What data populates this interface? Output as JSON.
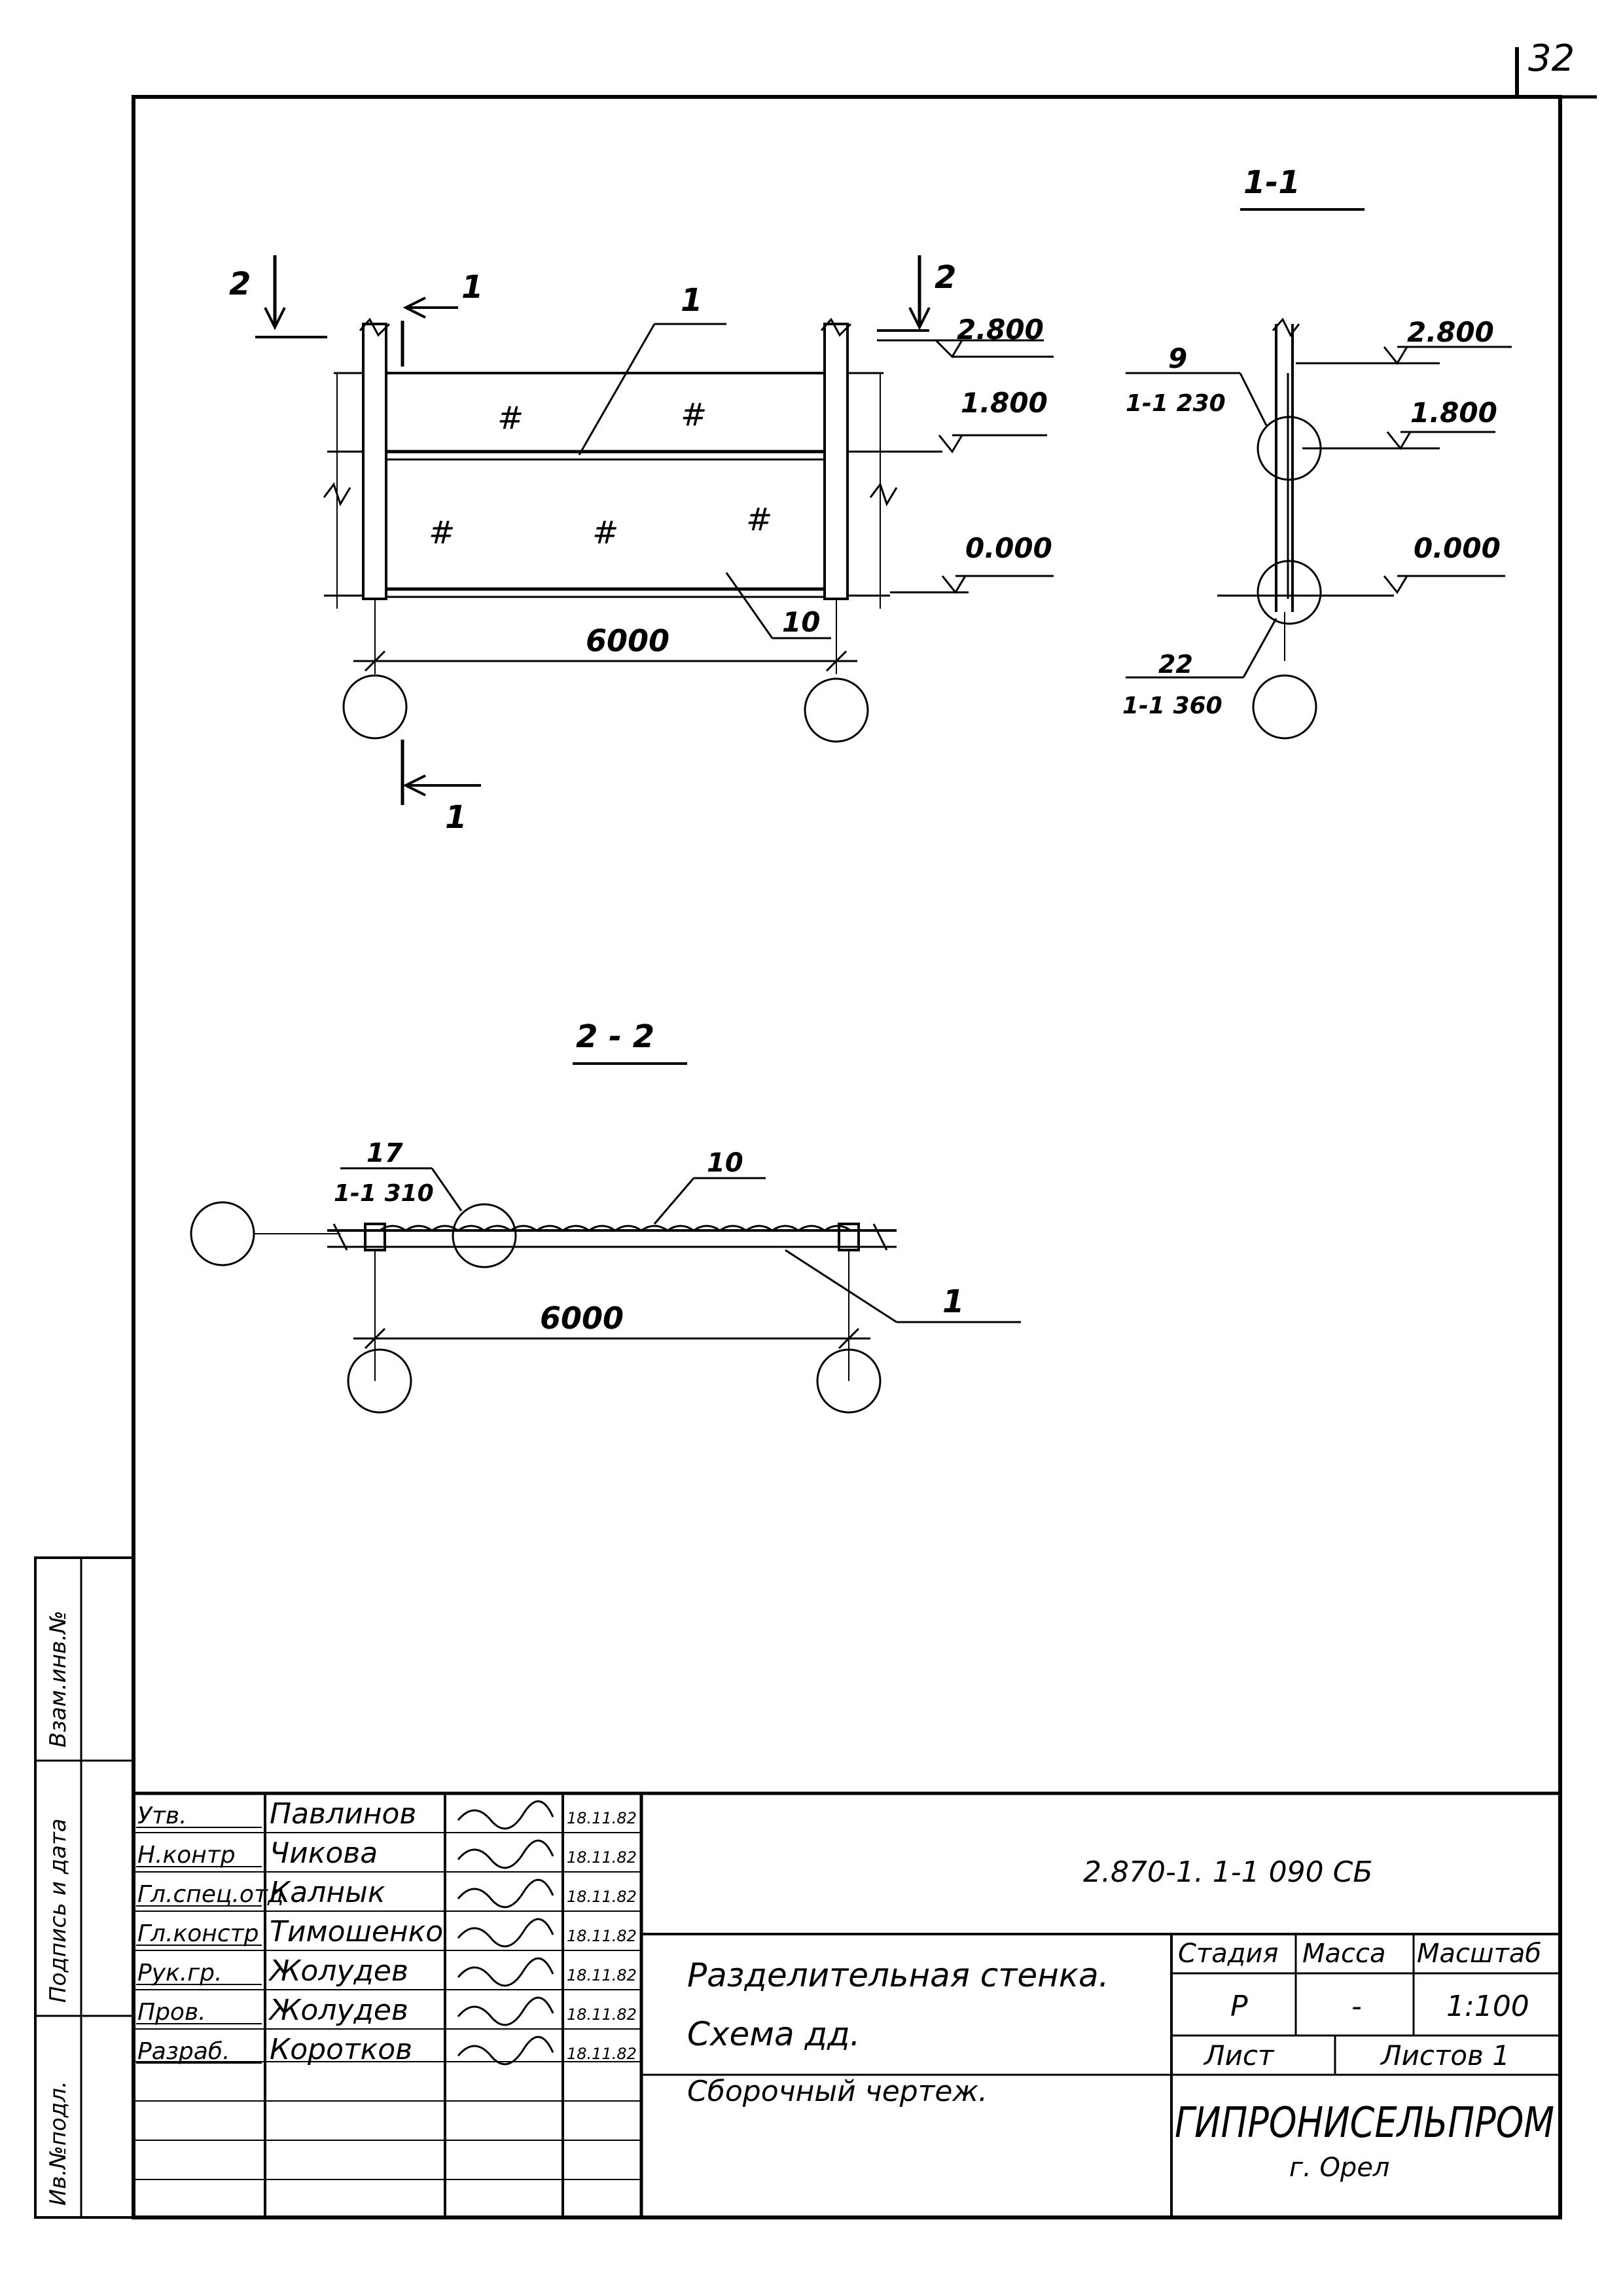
{
  "sheet": {
    "page_number": "32"
  },
  "section_1_1": {
    "title": "1-1",
    "elev_top": "2.800",
    "elev_mid": "1.800",
    "elev_zero": "0.000",
    "node_top_num": "9",
    "node_top_ref": "1-1 230",
    "node_bottom_num": "22",
    "node_bottom_ref": "1-1 360"
  },
  "elevation_view": {
    "cut_2_left": "2",
    "cut_2_right": "2",
    "cut_1_top": "1",
    "cut_1_bottom": "1",
    "panel_label": "1",
    "panel_label_2": "10",
    "elev_top": "2.800",
    "elev_mid": "1.800",
    "elev_zero": "0.000",
    "dimension": "6000",
    "hatch_mark": "#"
  },
  "section_2_2": {
    "title": "2 - 2",
    "node_num": "17",
    "node_ref": "1-1 310",
    "label_top": "10",
    "label_bottom": "1",
    "dimension": "6000"
  },
  "side_stamp": {
    "col1": "Взам.инв.№",
    "col2": "Подпись и дата",
    "col3": "Ив.№подл."
  },
  "title_block": {
    "signers": [
      {
        "role": "Утв.",
        "name": "Павлинов",
        "date": "18.11.82"
      },
      {
        "role": "Н.контр",
        "name": "Чикова",
        "date": "18.11.82"
      },
      {
        "role": "Гл.спец.отд",
        "name": "Калнык",
        "date": "18.11.82"
      },
      {
        "role": "Гл.констр",
        "name": "Тимошенко",
        "date": "18.11.82"
      },
      {
        "role": "Рук.гр.",
        "name": "Жолудев",
        "date": "18.11.82"
      },
      {
        "role": "Пров.",
        "name": "Жолудев",
        "date": "18.11.82"
      },
      {
        "role": "Разраб.",
        "name": "Коротков",
        "date": "18.11.82"
      }
    ],
    "code": "2.870-1.  1-1 090 СБ",
    "title_line1": "Разделительная стенка.",
    "title_line2": "Схема дд.",
    "title_line3": "Сборочный чертеж.",
    "stage_header": "Стадия",
    "mass_header": "Масса",
    "scale_header": "Масштаб",
    "stage_value": "Р",
    "mass_value": "-",
    "scale_value": "1:100",
    "sheet_label": "Лист",
    "sheets_label": "Листов 1",
    "org_name": "ГИПРОНИСЕЛЬПРОМ",
    "org_city": "г. Орел"
  }
}
